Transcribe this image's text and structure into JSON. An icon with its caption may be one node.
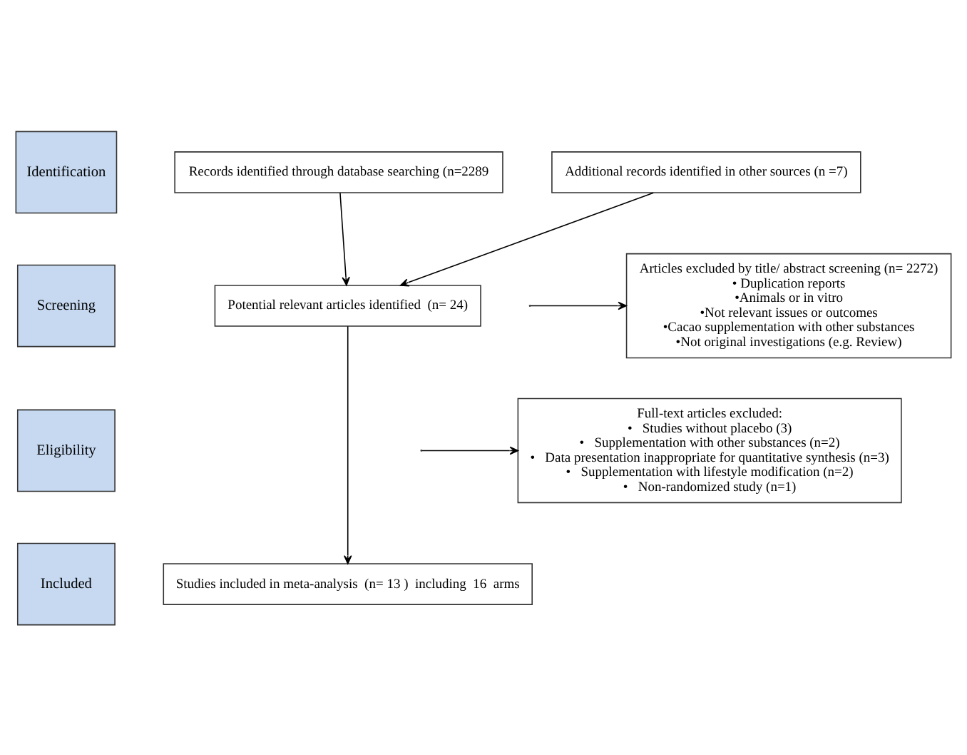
{
  "diagram": {
    "nodes": [
      {
        "text": [
          "Identification"
        ]
      },
      {
        "text": [
          "Records identified through database searching (n=2289"
        ]
      },
      {
        "text": [
          "Additional records identified in other sources (n =7)"
        ]
      },
      {
        "text": [
          "Screening"
        ]
      },
      {
        "text": [
          "Articles excluded by title/ abstract screening (n= 2272)",
          "• Duplication reports",
          "•Animals or in vitro",
          "•Not relevant issues or outcomes",
          "•Cacao supplementation with other substances",
          "•Not original investigations (e.g. Review)"
        ]
      },
      {
        "text": [
          "Potential relevant articles identified  (n= 24)"
        ]
      },
      {
        "text": [
          "Eligibility"
        ]
      },
      {
        "text": [
          "Full-text articles excluded:",
          "•   Studies without placebo (3)",
          "•   Supplementation with other substances (n=2)",
          "•   Data presentation inappropriate for quantitative synthesis (n=3)",
          "•   Supplementation with lifestyle modification (n=2)",
          "•   Non-randomized study (n=1)"
        ]
      },
      {
        "text": [
          "Included"
        ]
      },
      {
        "text": [
          "Studies included in meta-analysis  (n= 13 )  including  16  arms"
        ]
      }
    ],
    "edges": [
      {
        "from": 1,
        "to": 5,
        "arrow": "to"
      },
      {
        "from": 2,
        "to": 5,
        "arrow": "to"
      },
      {
        "from": null,
        "to": 4,
        "arrow": "to"
      },
      {
        "from": 5,
        "to": 9,
        "arrow": "to"
      },
      {
        "from": null,
        "to": 7,
        "arrow": "to"
      }
    ]
  }
}
